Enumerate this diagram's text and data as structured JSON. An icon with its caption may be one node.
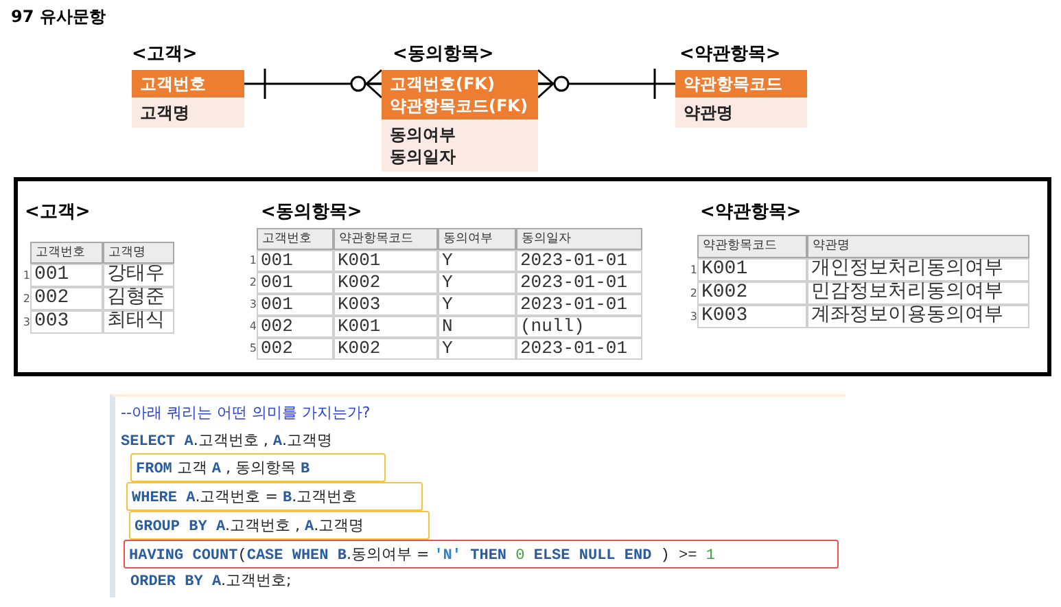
{
  "diagram": {
    "title": "97 유사문항",
    "nodes": [
      {
        "text": [
          "<고객>",
          "고객번호",
          "고객명"
        ]
      },
      {
        "text": [
          "<동의항목>",
          "고객번호(FK) 약관항목코드(FK)",
          "동의여부 동의일자"
        ]
      },
      {
        "text": [
          "<약관항목>",
          "약관항목코드",
          "약관명"
        ]
      }
    ],
    "edges": [
      {
        "from": 0,
        "to": 1,
        "arrow": "other"
      },
      {
        "from": 2,
        "to": 1,
        "arrow": "other"
      }
    ],
    "labels": [
      "<고객>",
      "고객번호",
      "고객명",
      "1",
      "001",
      "강태우",
      "2",
      "002",
      "김형준",
      "3",
      "003",
      "최태식",
      "<동의항목>",
      "고객번호",
      "약관항목코드",
      "동의여부",
      "동의일자",
      "1",
      "001",
      "K001",
      "Y",
      "2023-01-01",
      "2",
      "001",
      "K002",
      "Y",
      "2023-01-01",
      "3",
      "001",
      "K003",
      "Y",
      "2023-01-01",
      "4",
      "002",
      "K001",
      "N",
      "(null)",
      "5",
      "002",
      "K002",
      "Y",
      "2023-01-01",
      "<약관항목>",
      "약관항목코드",
      "약관명",
      "1",
      "K001",
      "개인정보처리동의여부",
      "2",
      "K002",
      "민감정보처리동의여부",
      "3",
      "K003",
      "계좌정보이용동의여부",
      "--아래 쿼리는 어떤 의미를 가지는가?",
      "SELECT A.고객번호 , A.고객명",
      "FROM 고객 A , 동의항목 B",
      "WHERE A.고객번호 = B.고객번호",
      "GROUP BY A.고객번호 , A.고객명",
      "HAVING COUNT(CASE WHEN B.동의여부 = 'N' THEN 0 ELSE NULL END ) >= 1",
      "ORDER BY A.고객번호;"
    ]
  }
}
